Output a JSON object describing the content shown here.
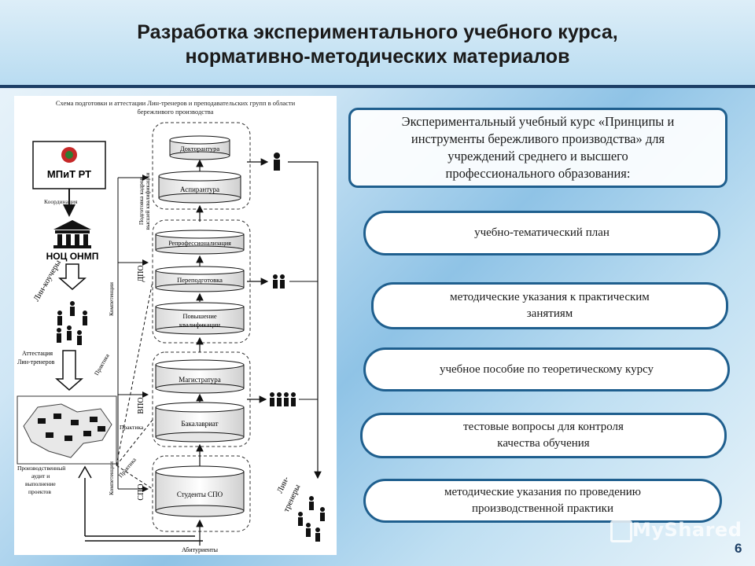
{
  "slide": {
    "title_line1": "Разработка экспериментального учебного курса,",
    "title_line2": "нормативно-методических материалов",
    "number": "6"
  },
  "scheme": {
    "caption_line1": "Схема подготовки и аттестации Лин-тренеров и преподавательских групп в области",
    "caption_line2": "бережливого производства",
    "org_top": "МПиТ РТ",
    "coord": "Координация",
    "org_mid": "НОЦ ОНМП",
    "lean_coaches": "Лин-коучеры",
    "attest_line1": "Аттестация",
    "attest_line2": "Лин-тренеров",
    "audit_line1": "Производственный",
    "audit_line2": "аудит и",
    "audit_line3": "выполнение",
    "audit_line4": "проектов",
    "abiturients": "Абитуриенты",
    "lean_trainers_line1": "Лин-",
    "lean_trainers_line2": "тренеры",
    "competencies": "Компетенции",
    "practice": "Практика",
    "group_top_line1": "Подготовка кадров",
    "group_top_line2": "высшей квалификации",
    "group_dpo": "ДПО",
    "group_vpo": "ВПО",
    "group_spo": "СПО",
    "levels": {
      "doctorate": "Докторантура",
      "aspirantura": "Аспирантура",
      "reprof": "Репрофессионализация",
      "retraining": "Переподготовка",
      "qual_line1": "Повышение",
      "qual_line2": "квалификации",
      "magistratura": "Магистратура",
      "bachelor": "Бакалавриат",
      "spo_students": "Студенты СПО"
    }
  },
  "course_box": {
    "line1": "Экспериментальный  учебный курс «Принципы и",
    "line2": "инструменты бережливого производства» для",
    "line3": "учреждений среднего и высшего",
    "line4": "профессионального образования:"
  },
  "materials": [
    {
      "line1": "учебно-тематический план",
      "line2": ""
    },
    {
      "line1": "методические указания к практическим",
      "line2": "занятиям"
    },
    {
      "line1": "учебное пособие по теоретическому курсу",
      "line2": ""
    },
    {
      "line1": "тестовые вопросы для контроля",
      "line2": "качества обучения"
    },
    {
      "line1": "методические указания по проведению",
      "line2": "производственной практики"
    }
  ],
  "watermark": "MyShared",
  "colors": {
    "accent": "#1f5f8e",
    "header_line": "#1d3f66"
  }
}
